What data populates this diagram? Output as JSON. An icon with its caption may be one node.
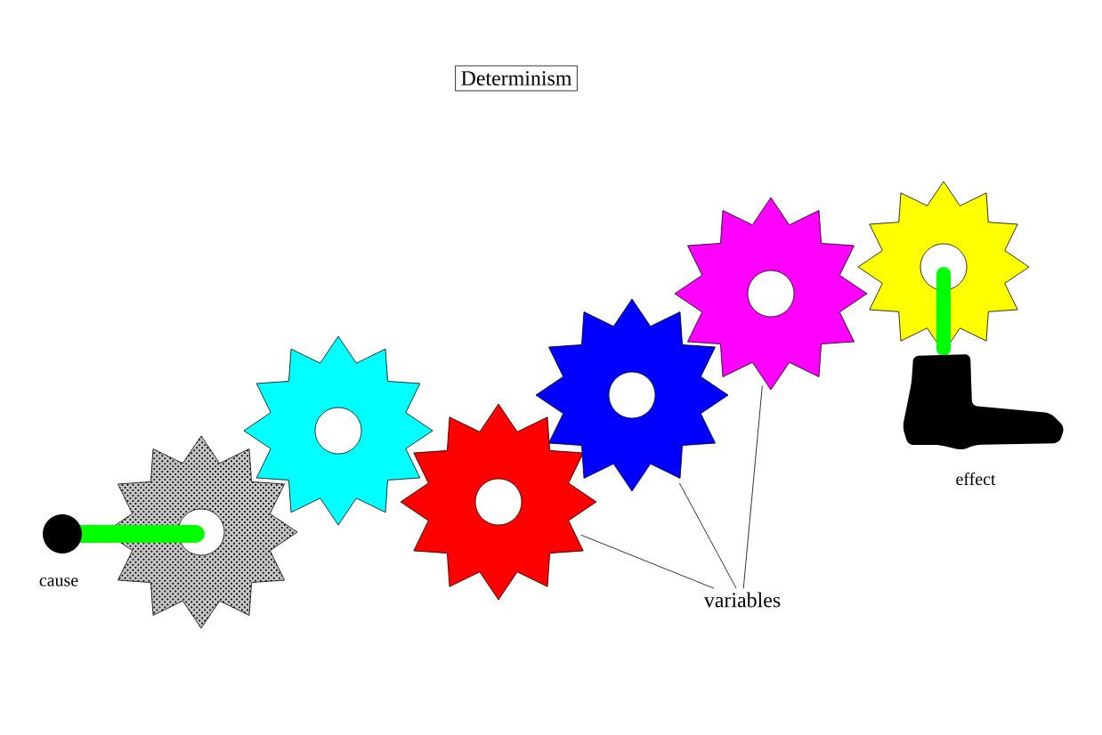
{
  "diagram": {
    "title": "Determinism",
    "nodes": [
      {
        "text": [],
        "shape": "gear"
      },
      {
        "text": [],
        "shape": "gear"
      },
      {
        "text": [],
        "shape": "gear"
      },
      {
        "text": [],
        "shape": "gear"
      },
      {
        "text": [],
        "shape": "gear"
      },
      {
        "text": [],
        "shape": "gear"
      },
      {
        "text": [
          "variables"
        ]
      }
    ],
    "edges": [
      {
        "from": 6,
        "to": 2,
        "arrow": "none"
      },
      {
        "from": 6,
        "to": 3,
        "arrow": "none"
      },
      {
        "from": 6,
        "to": 4,
        "arrow": "none"
      }
    ],
    "labels": [
      "cause",
      "effect"
    ]
  }
}
